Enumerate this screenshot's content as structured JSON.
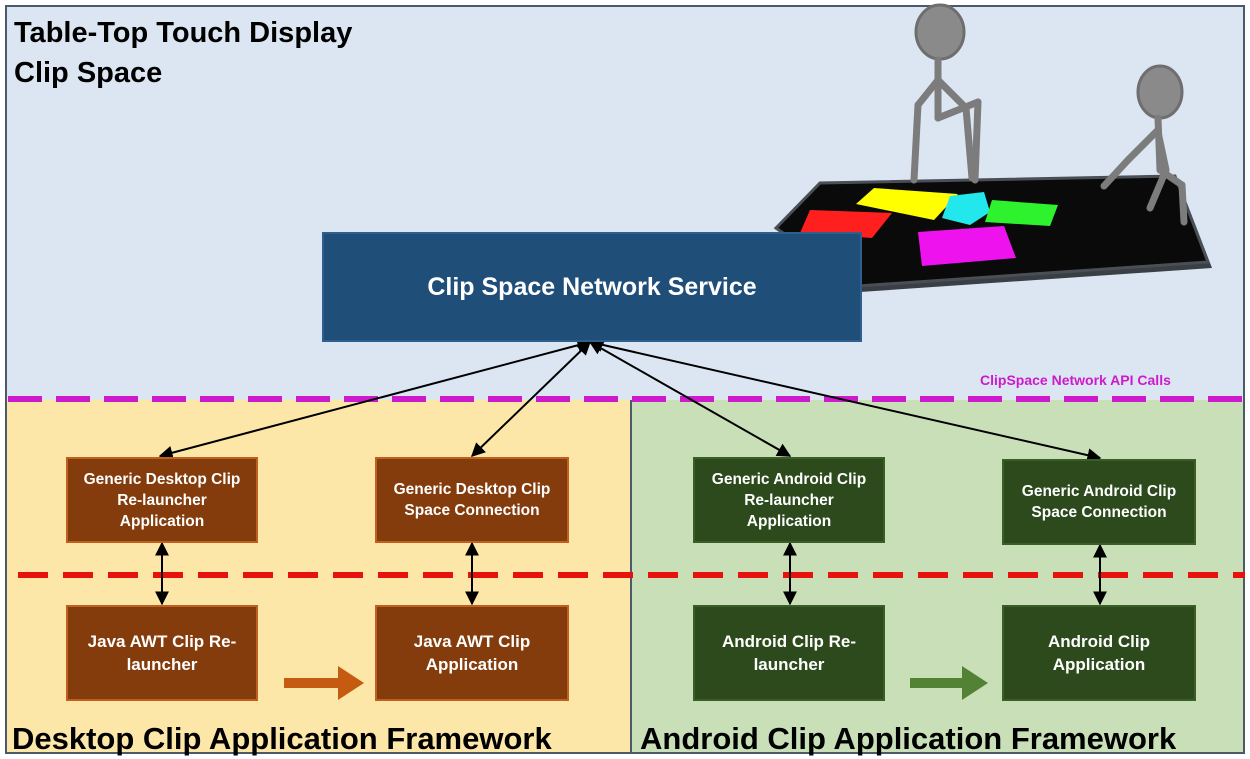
{
  "top_region": {
    "title_line1": "Table-Top Touch Display",
    "title_line2": "Clip Space"
  },
  "service": {
    "label": "Clip Space Network Service"
  },
  "api_label": "ClipSpace Network API Calls",
  "desktop": {
    "framework_title": "Desktop Clip Application Framework",
    "relauncher_app": "Generic Desktop Clip Re-launcher Application",
    "space_connection": "Generic Desktop Clip Space Connection",
    "java_relauncher": "Java AWT Clip Re-launcher",
    "java_app": "Java AWT Clip Application"
  },
  "android": {
    "framework_title": "Android Clip Application Framework",
    "relauncher_app": "Generic Android Clip Re-launcher Application",
    "space_connection": "Generic Android Clip Space Connection",
    "android_relauncher": "Android Clip Re-launcher",
    "android_app": "Android Clip Application"
  },
  "colors": {
    "top_bg": "#dce6f2",
    "desktop_bg": "#fde7a8",
    "android_bg": "#c9dfb8",
    "service_box": "#1f4e79",
    "desktop_box": "#843c0c",
    "android_box": "#2c4a1c",
    "api_line": "#cc1acc",
    "layer_line": "#e8120c",
    "desktop_arrow": "#c55a11",
    "android_arrow": "#548235"
  }
}
